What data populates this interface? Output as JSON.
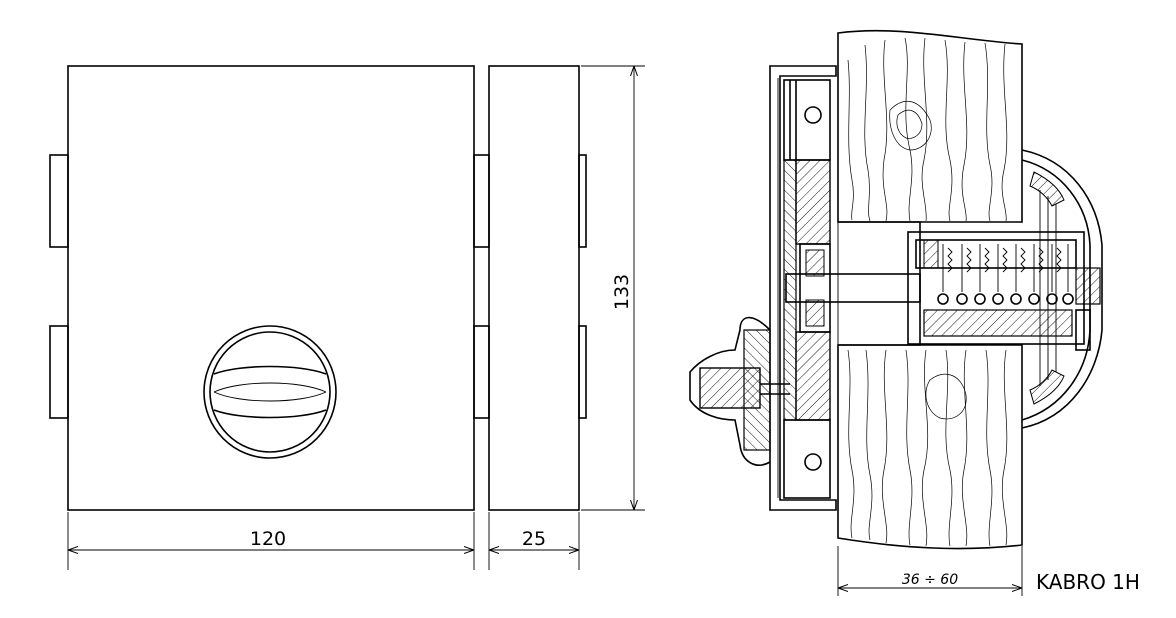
{
  "dimensions": {
    "width": "120",
    "depth": "25",
    "height": "133",
    "door_thickness": "36 ÷ 60"
  },
  "model_label": "KABRO 1H",
  "views": [
    "front-view",
    "side-view",
    "section-view"
  ]
}
